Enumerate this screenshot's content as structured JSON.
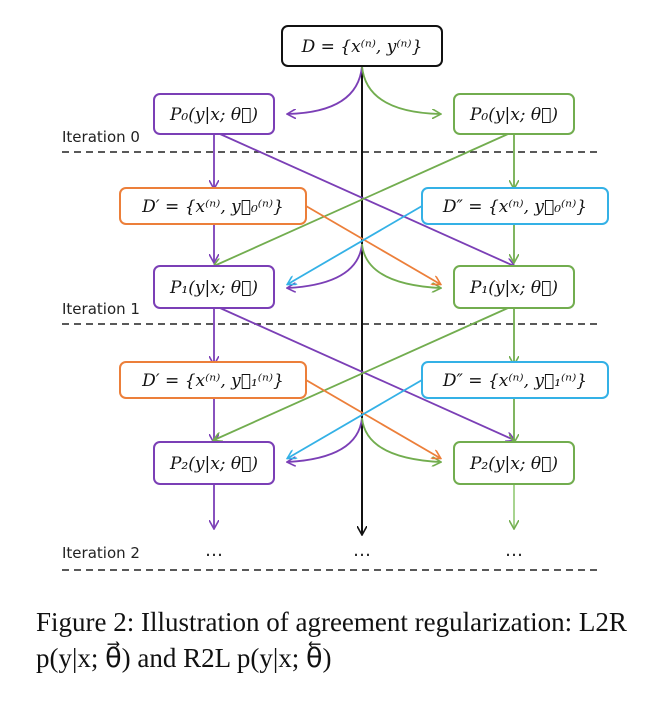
{
  "colors": {
    "purple": "#7b3fb6",
    "green": "#72ad4f",
    "orange": "#ec7f3a",
    "blue": "#34b1e6",
    "black": "#111111"
  },
  "boxes": {
    "data": "D = {x⁽ⁿ⁾, y⁽ⁿ⁾}",
    "p0_l2r": "P₀(y|x; θ⃗)",
    "p0_r2l": "P₀(y|x; θ⃖)",
    "dprime_0": "D′ = {x⁽ⁿ⁾, y⃗₀⁽ⁿ⁾}",
    "ddprime_0": "D″ = {x⁽ⁿ⁾, y⃖₀⁽ⁿ⁾}",
    "p1_l2r": "P₁(y|x; θ⃗)",
    "p1_r2l": "P₁(y|x; θ⃖)",
    "dprime_1": "D′ = {x⁽ⁿ⁾, y⃗₁⁽ⁿ⁾}",
    "ddprime_1": "D″ = {x⁽ⁿ⁾, y⃖₁⁽ⁿ⁾}",
    "p2_l2r": "P₂(y|x; θ⃗)",
    "p2_r2l": "P₂(y|x; θ⃖)"
  },
  "iterations": [
    "Iteration 0",
    "Iteration 1",
    "Iteration 2"
  ],
  "ellipsis": "…",
  "caption": "Figure 2: Illustration of agreement regularization: L2R p(y|x; θ⃗) and R2L p(y|x; θ⃖)"
}
